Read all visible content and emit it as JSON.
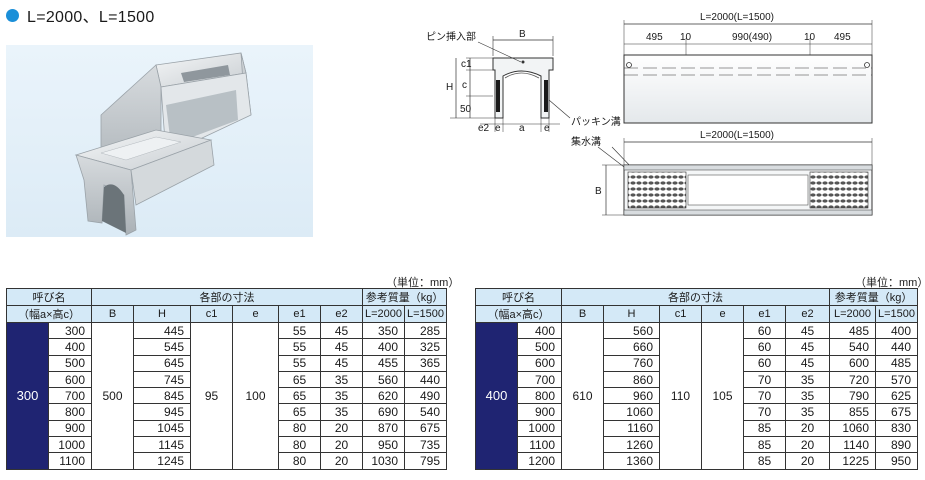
{
  "heading": "L=2000、L=1500",
  "drawing_labels": {
    "pin_insert": "ピン挿入部",
    "packing": "パッキン溝",
    "collecting": "集水溝",
    "B": "B",
    "H": "H",
    "c1": "c1",
    "c": "c",
    "dim50": "50",
    "e2": "e2",
    "e": "e",
    "a": "a",
    "side_title": "L=2000(L=1500)",
    "plan_title": "L=2000(L=1500)",
    "d495": "495",
    "d10": "10",
    "d990": "990(490)",
    "d10b": "10",
    "d495b": "495",
    "plan_B": "B"
  },
  "unit_label": "（単位：mm）",
  "headers": {
    "nominal": "呼び名",
    "nominal_sub": "（幅a×高c）",
    "dims": "各部の寸法",
    "mass": "参考質量（kg）",
    "B": "B",
    "H": "H",
    "c1": "c1",
    "e": "e",
    "e1": "e1",
    "e2": "e2",
    "L2000": "L=2000",
    "L1500": "L=1500"
  },
  "table1": {
    "size": "300",
    "B": "500",
    "c1": "95",
    "e": "100",
    "rows": [
      {
        "c": "300",
        "H": "445",
        "e1": "55",
        "e2": "45",
        "m2000": "350",
        "m1500": "285"
      },
      {
        "c": "400",
        "H": "545",
        "e1": "55",
        "e2": "45",
        "m2000": "400",
        "m1500": "325"
      },
      {
        "c": "500",
        "H": "645",
        "e1": "55",
        "e2": "45",
        "m2000": "455",
        "m1500": "365"
      },
      {
        "c": "600",
        "H": "745",
        "e1": "65",
        "e2": "35",
        "m2000": "560",
        "m1500": "440"
      },
      {
        "c": "700",
        "H": "845",
        "e1": "65",
        "e2": "35",
        "m2000": "620",
        "m1500": "490"
      },
      {
        "c": "800",
        "H": "945",
        "e1": "65",
        "e2": "35",
        "m2000": "690",
        "m1500": "540"
      },
      {
        "c": "900",
        "H": "1045",
        "e1": "80",
        "e2": "20",
        "m2000": "870",
        "m1500": "675"
      },
      {
        "c": "1000",
        "H": "1145",
        "e1": "80",
        "e2": "20",
        "m2000": "950",
        "m1500": "735"
      },
      {
        "c": "1100",
        "H": "1245",
        "e1": "80",
        "e2": "20",
        "m2000": "1030",
        "m1500": "795"
      }
    ]
  },
  "table2": {
    "size": "400",
    "B": "610",
    "c1": "110",
    "e": "105",
    "rows": [
      {
        "c": "400",
        "H": "560",
        "e1": "60",
        "e2": "45",
        "m2000": "485",
        "m1500": "400"
      },
      {
        "c": "500",
        "H": "660",
        "e1": "60",
        "e2": "45",
        "m2000": "540",
        "m1500": "440"
      },
      {
        "c": "600",
        "H": "760",
        "e1": "60",
        "e2": "45",
        "m2000": "600",
        "m1500": "485"
      },
      {
        "c": "700",
        "H": "860",
        "e1": "70",
        "e2": "35",
        "m2000": "720",
        "m1500": "570"
      },
      {
        "c": "800",
        "H": "960",
        "e1": "70",
        "e2": "35",
        "m2000": "790",
        "m1500": "625"
      },
      {
        "c": "900",
        "H": "1060",
        "e1": "70",
        "e2": "35",
        "m2000": "855",
        "m1500": "675"
      },
      {
        "c": "1000",
        "H": "1160",
        "e1": "85",
        "e2": "20",
        "m2000": "1060",
        "m1500": "830"
      },
      {
        "c": "1100",
        "H": "1260",
        "e1": "85",
        "e2": "20",
        "m2000": "1140",
        "m1500": "890"
      },
      {
        "c": "1200",
        "H": "1360",
        "e1": "85",
        "e2": "20",
        "m2000": "1225",
        "m1500": "950"
      }
    ]
  }
}
